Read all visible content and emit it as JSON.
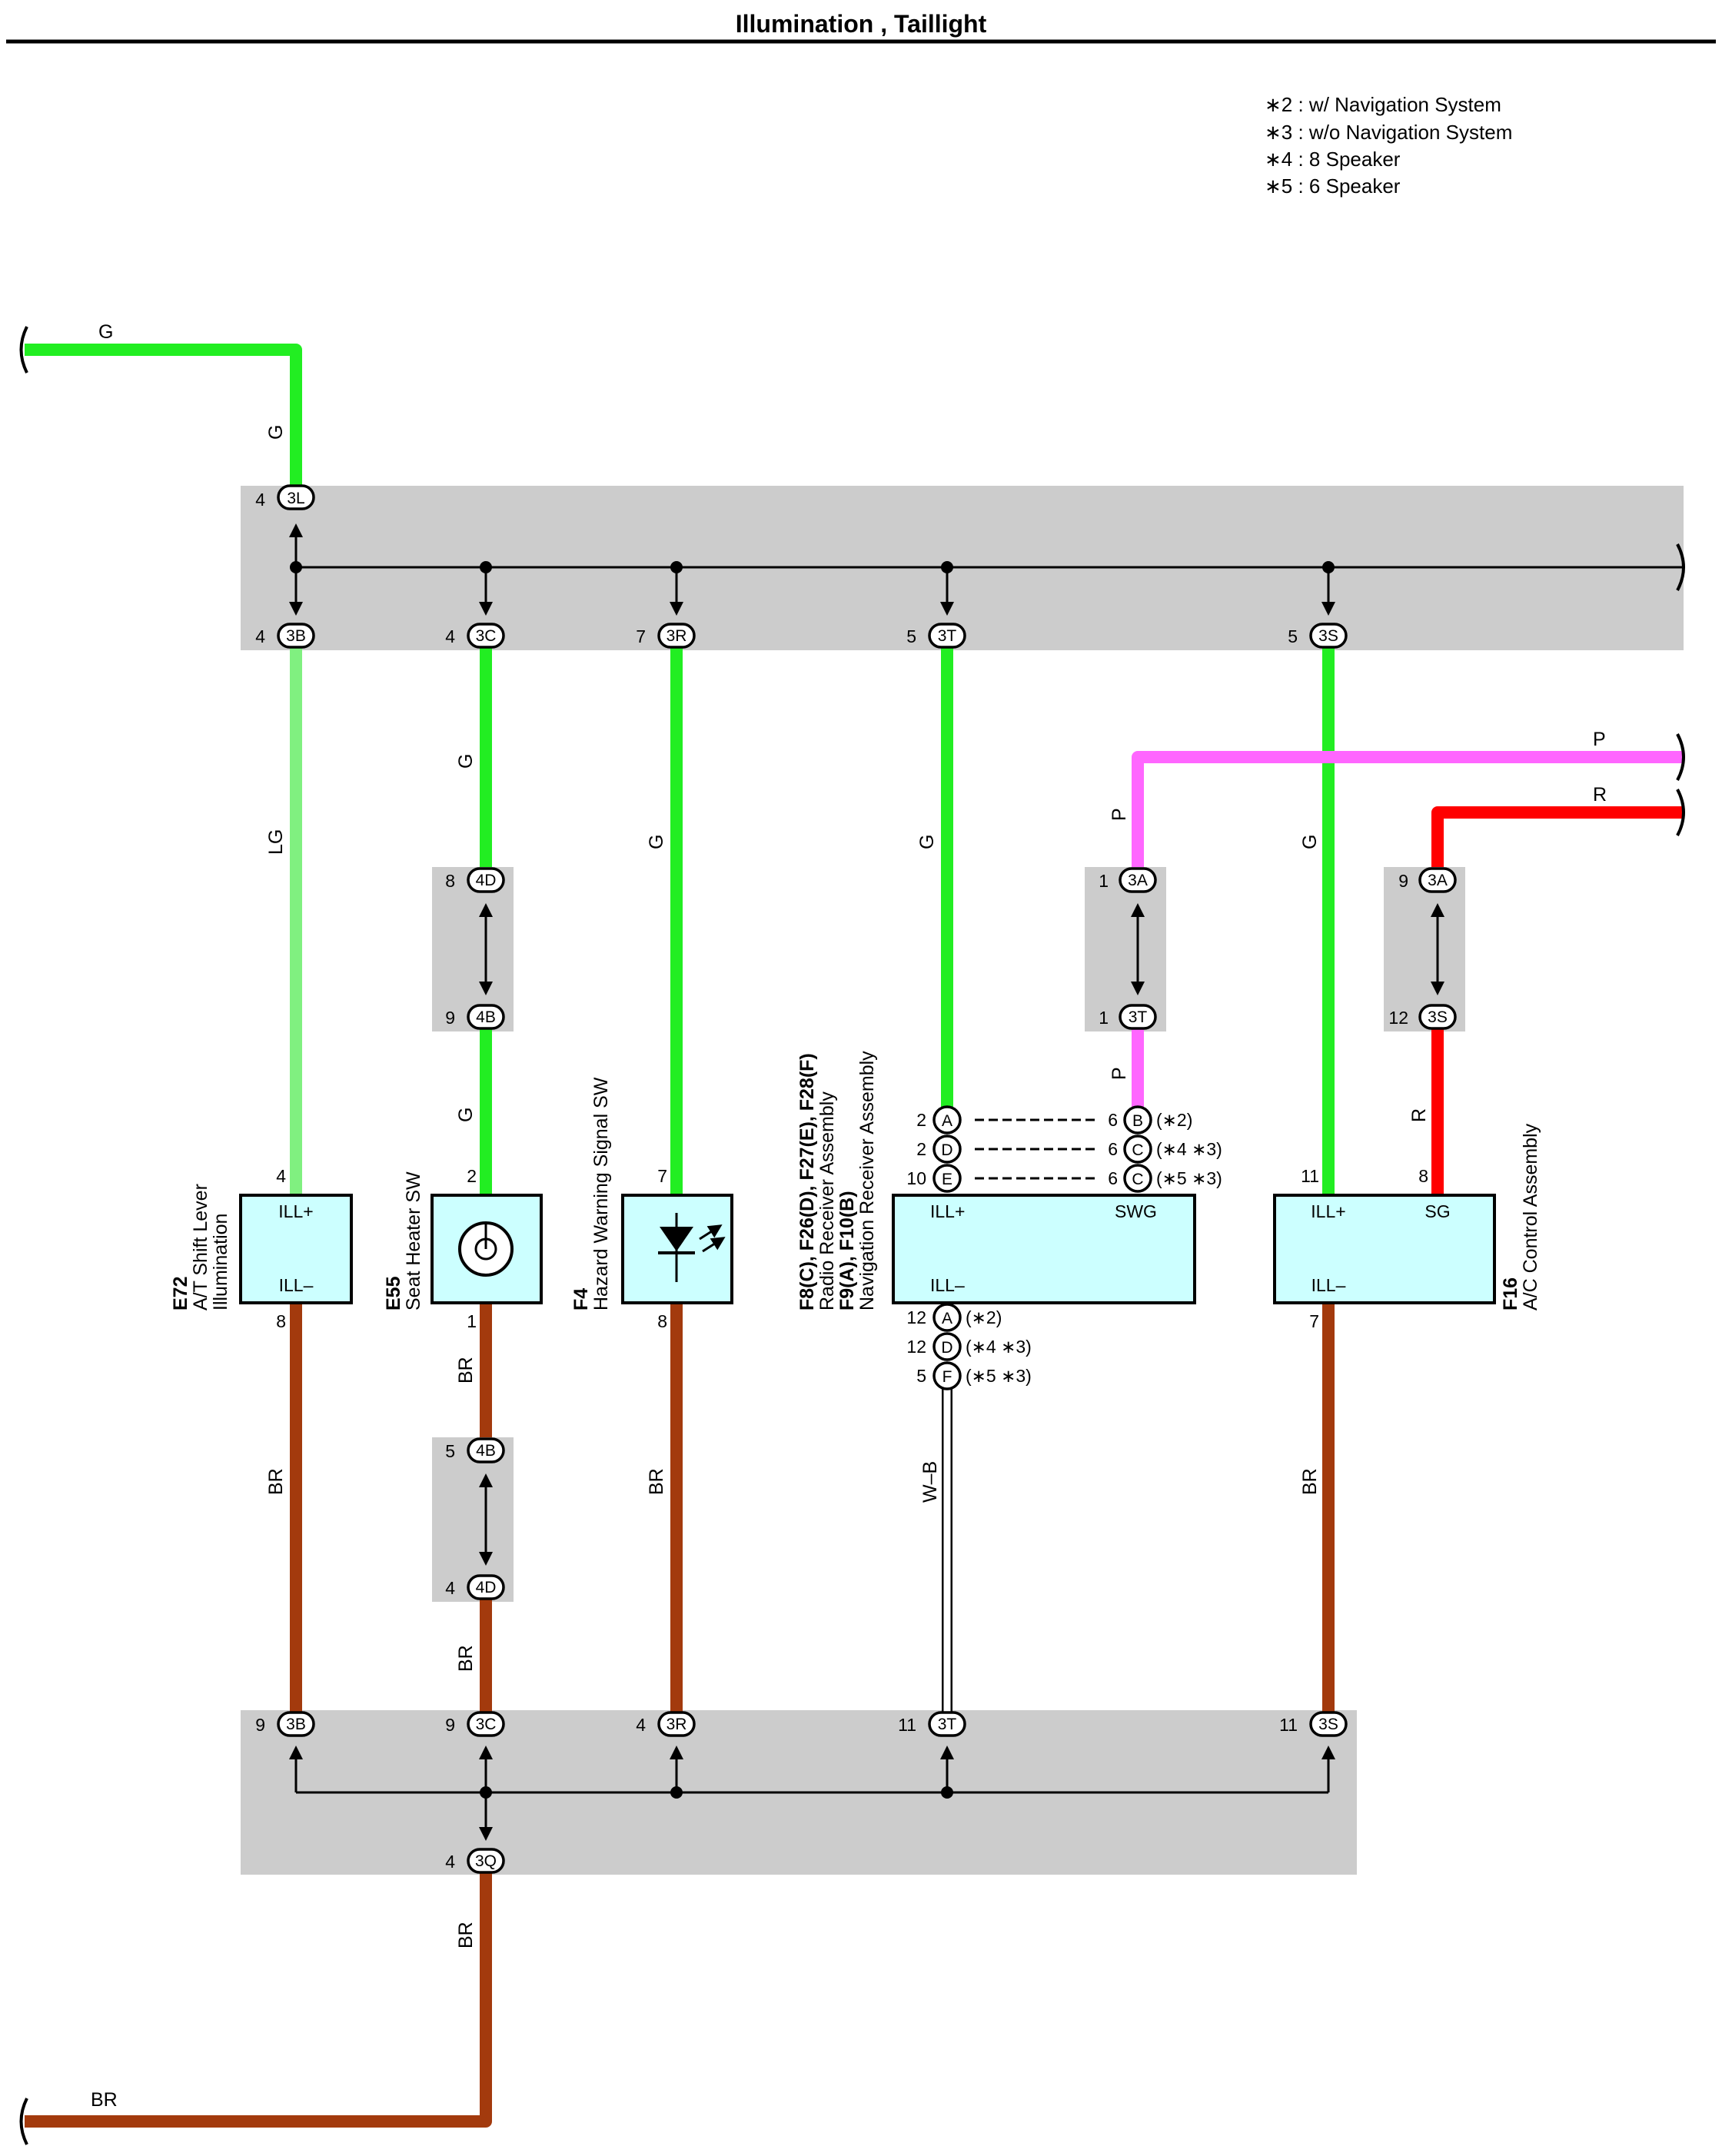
{
  "title": "Illumination , Taillight",
  "notes": [
    "∗2 : w/ Navigation System",
    "∗3 : w/o Navigation System",
    "∗4 : 8 Speaker",
    "∗5 : 6 Speaker"
  ],
  "colors": {
    "G": "#22ee22",
    "LG": "#80f080",
    "BR": "#a33a0d",
    "P": "#ff66ff",
    "R": "#ff0000",
    "W-B": "#ffffff",
    "splice_bg": "#cccccc",
    "component_fill": "#ccffff"
  },
  "wire_labels": {
    "top_left_in": "G",
    "feed_vertical": "G",
    "e72": "LG",
    "e55_upper": "G",
    "e55_mid": "G",
    "f4": "G",
    "f8": "G",
    "p_vertical": "P",
    "p_vertical_lower": "P",
    "p_right": "P",
    "f16": "G",
    "r_right": "R",
    "r_vertical": "R",
    "br_e72": "BR",
    "br_e55_upper": "BR",
    "br_e55_lower": "BR",
    "br_f4": "BR",
    "wb_f8": "W–B",
    "br_f16": "BR",
    "br_ground": "BR",
    "br_bottom": "BR"
  },
  "connectors": {
    "c3L": {
      "code": "3L",
      "pin": "4"
    },
    "c3B_top": {
      "code": "3B",
      "pin": "4"
    },
    "c3C_top": {
      "code": "3C",
      "pin": "4"
    },
    "c3R_top": {
      "code": "3R",
      "pin": "7"
    },
    "c3T_top": {
      "code": "3T",
      "pin": "5"
    },
    "c3S_top": {
      "code": "3S",
      "pin": "5"
    },
    "c4D_up": {
      "code": "4D",
      "pin": "8"
    },
    "c4B_up": {
      "code": "4B",
      "pin": "9"
    },
    "c3A_p": {
      "code": "3A",
      "pin": "1"
    },
    "c3T_p": {
      "code": "3T",
      "pin": "1"
    },
    "c3A_r": {
      "code": "3A",
      "pin": "9"
    },
    "c3S_r": {
      "code": "3S",
      "pin": "12"
    },
    "c4B_lo": {
      "code": "4B",
      "pin": "5"
    },
    "c4D_lo": {
      "code": "4D",
      "pin": "4"
    },
    "c3B_bot": {
      "code": "3B",
      "pin": "9"
    },
    "c3C_bot": {
      "code": "3C",
      "pin": "9"
    },
    "c3R_bot": {
      "code": "3R",
      "pin": "4"
    },
    "c3T_bot": {
      "code": "3T",
      "pin": "11"
    },
    "c3S_bot": {
      "code": "3S",
      "pin": "11"
    },
    "c3Q": {
      "code": "3Q",
      "pin": "4"
    }
  },
  "components": {
    "e72": {
      "code": "E72",
      "name": "A/T Shift Lever",
      "name2": "Illumination",
      "pin_top": "4",
      "pin_bot": "8",
      "term_top": "ILL+",
      "term_bot": "ILL–"
    },
    "e55": {
      "code": "E55",
      "name": "Seat Heater SW",
      "pin_top": "2",
      "pin_bot": "1"
    },
    "f4": {
      "code": "F4",
      "name": "Hazard Warning Signal SW",
      "pin_top": "7",
      "pin_bot": "8"
    },
    "f8": {
      "code": "F8(C), F26(D), F27(E), F28(F)",
      "name": "Radio Receiver Assembly",
      "code2": "F9(A), F10(B)",
      "name2": "Navigation Receiver Assembly",
      "term_top": "ILL+",
      "term_top_right": "SWG",
      "term_bot": "ILL–",
      "top_pins": [
        {
          "pin": "2",
          "letter": "A",
          "rpin": "6",
          "rletter": "B",
          "note": "(∗2)"
        },
        {
          "pin": "2",
          "letter": "D",
          "rpin": "6",
          "rletter": "C",
          "note": "(∗4 ∗3)"
        },
        {
          "pin": "10",
          "letter": "E",
          "rpin": "6",
          "rletter": "C",
          "note": "(∗5 ∗3)"
        }
      ],
      "bot_pins": [
        {
          "pin": "12",
          "letter": "A",
          "note": "(∗2)"
        },
        {
          "pin": "12",
          "letter": "D",
          "note": "(∗4 ∗3)"
        },
        {
          "pin": "5",
          "letter": "F",
          "note": "(∗5 ∗3)"
        }
      ]
    },
    "f16": {
      "code": "F16",
      "name": "A/C Control Assembly",
      "pin_top_l": "11",
      "pin_top_r": "8",
      "pin_bot": "7",
      "term_top": "ILL+",
      "term_top_right": "SG",
      "term_bot": "ILL–"
    }
  }
}
